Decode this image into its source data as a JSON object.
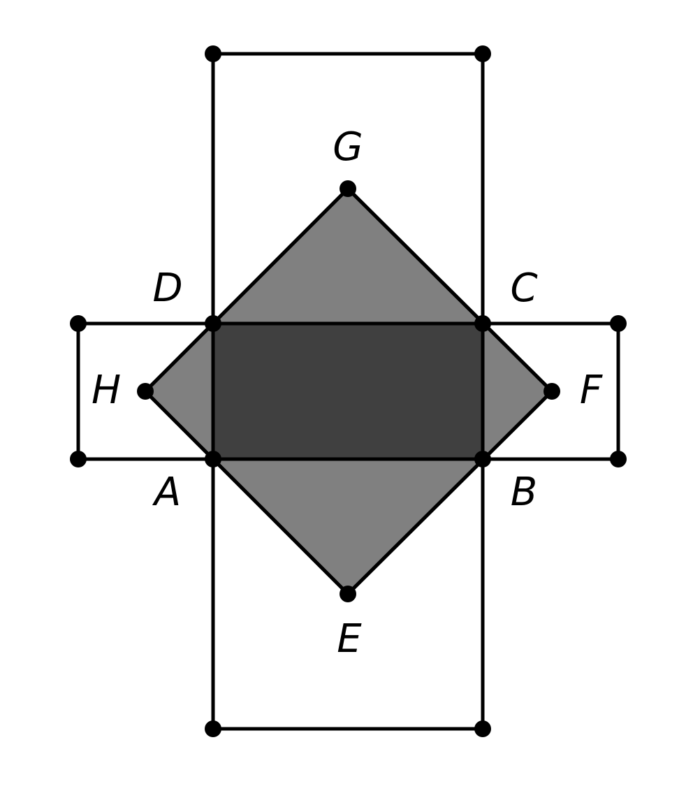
{
  "colors": {
    "background": "#ffffff",
    "stroke": "#000000",
    "diamond_fill": "#808080",
    "overlap_fill": "#404040"
  },
  "labels": {
    "A": "A",
    "B": "B",
    "C": "C",
    "D": "D",
    "E": "E",
    "F": "F",
    "G": "G",
    "H": "H"
  }
}
